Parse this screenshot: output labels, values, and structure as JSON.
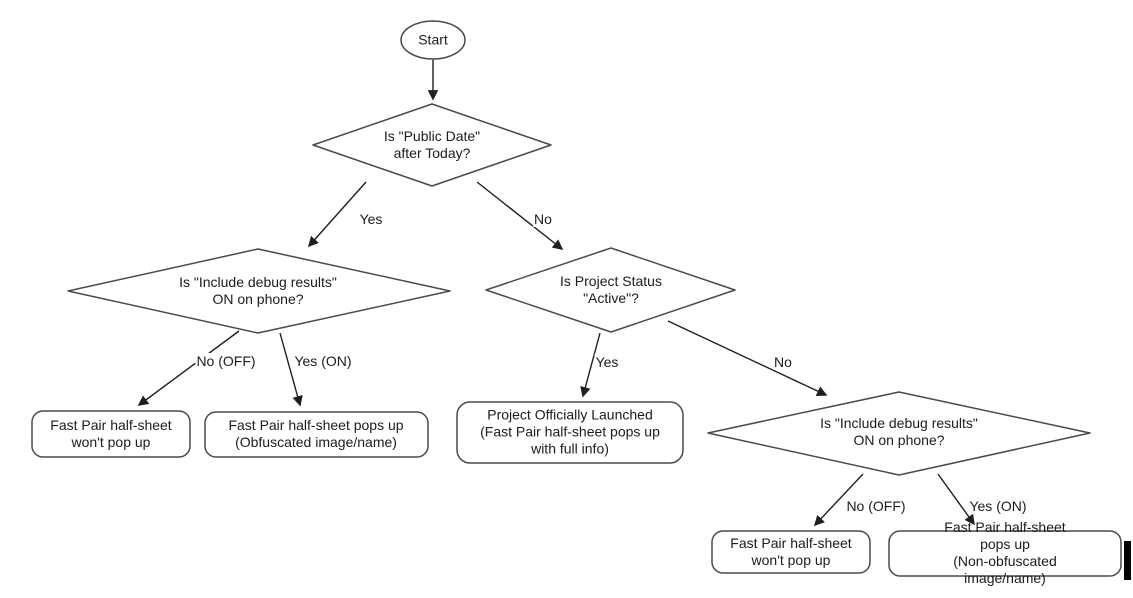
{
  "flowchart": {
    "nodes": {
      "start": {
        "type": "terminator",
        "label": "Start"
      },
      "q_public_date": {
        "type": "decision",
        "label": "Is \"Public Date\"\nafter Today?"
      },
      "q_debug_left": {
        "type": "decision",
        "label": "Is \"Include debug results\"\nON on phone?"
      },
      "q_status": {
        "type": "decision",
        "label": "Is Project Status\n\"Active\"?"
      },
      "q_debug_right": {
        "type": "decision",
        "label": "Is \"Include debug results\"\nON on phone?"
      },
      "out_no_popup_left": {
        "type": "process",
        "label": "Fast Pair half-sheet\nwon't pop up"
      },
      "out_obfuscated": {
        "type": "process",
        "label": "Fast Pair half-sheet pops up\n(Obfuscated image/name)"
      },
      "out_launched": {
        "type": "process",
        "label": "Project Officially Launched\n(Fast Pair half-sheet pops up\nwith full info)"
      },
      "out_no_popup_right": {
        "type": "process",
        "label": "Fast Pair half-sheet\nwon't pop up"
      },
      "out_non_obfuscated": {
        "type": "process",
        "label": "Fast Pair half-sheet pops up\n(Non-obfuscated image/name)"
      }
    },
    "edges": {
      "start_to_public": {
        "from": "start",
        "to": "q_public_date",
        "label": ""
      },
      "public_yes": {
        "from": "q_public_date",
        "to": "q_debug_left",
        "label": "Yes"
      },
      "public_no": {
        "from": "q_public_date",
        "to": "q_status",
        "label": "No"
      },
      "debug_left_no": {
        "from": "q_debug_left",
        "to": "out_no_popup_left",
        "label": "No (OFF)"
      },
      "debug_left_yes": {
        "from": "q_debug_left",
        "to": "out_obfuscated",
        "label": "Yes (ON)"
      },
      "status_yes": {
        "from": "q_status",
        "to": "out_launched",
        "label": "Yes"
      },
      "status_no": {
        "from": "q_status",
        "to": "q_debug_right",
        "label": "No"
      },
      "debug_right_no": {
        "from": "q_debug_right",
        "to": "out_no_popup_right",
        "label": "No (OFF)"
      },
      "debug_right_yes": {
        "from": "q_debug_right",
        "to": "out_non_obfuscated",
        "label": "Yes (ON)"
      }
    },
    "colors": {
      "background": "#ffffff",
      "shape_stroke": "#4a4a4a",
      "edge_stroke": "#1f1f1f",
      "text": "#1c1c1c"
    }
  }
}
